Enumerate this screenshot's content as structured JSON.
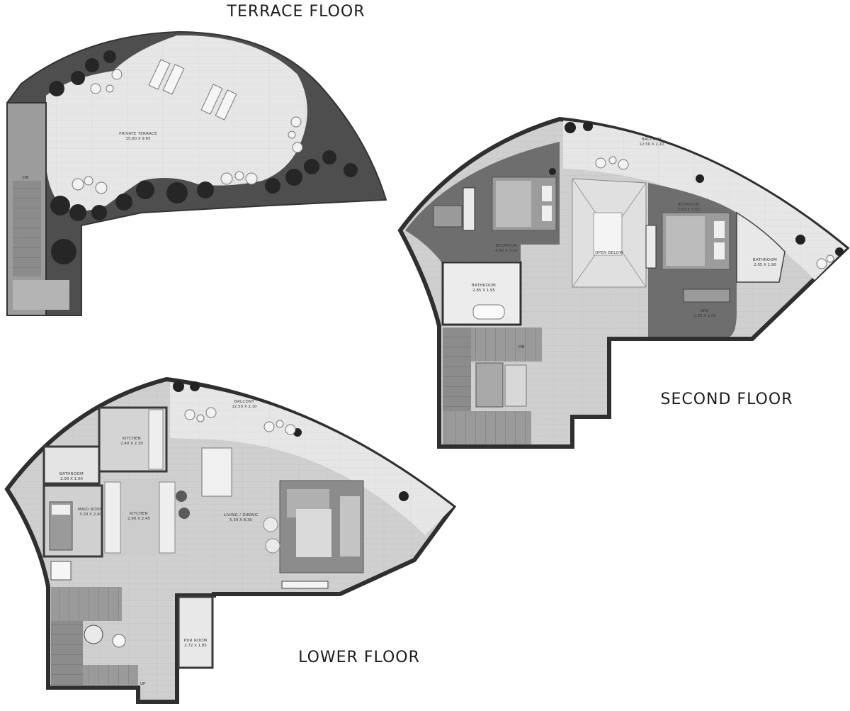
{
  "titles": {
    "terrace": "TERRACE FLOOR",
    "second": "SECOND FLOOR",
    "lower": "LOWER FLOOR"
  },
  "terrace": {
    "private_terrace": {
      "name": "PRIVATE TERRACE",
      "dim": "15.00 X 9.65"
    },
    "stair": "DN"
  },
  "second": {
    "balcony": {
      "name": "BALCONY",
      "dim": "12.50 X 2.10"
    },
    "bedroom1": {
      "name": "BEDROOM",
      "dim": "4.30 X 3.50"
    },
    "bedroom2": {
      "name": "BEDROOM",
      "dim": "3.60 X 5.00"
    },
    "bathroom1": {
      "name": "BATHROOM",
      "dim": "2.85 X 1.95"
    },
    "bathroom2": {
      "name": "BATHROOM",
      "dim": "2.05 X 1.90"
    },
    "open_below": {
      "name": "OPEN BELOW"
    },
    "wic": {
      "name": "WIC",
      "dim": "1.60 X 1.60"
    },
    "stair": "DN"
  },
  "lower": {
    "balcony": {
      "name": "BALCONY",
      "dim": "12.50 X 2.10"
    },
    "kitchen_upper": {
      "name": "KITCHEN",
      "dim": "2.40 X 2.30"
    },
    "kitchen": {
      "name": "KITCHEN",
      "dim": "2.90 X 2.45"
    },
    "bathroom": {
      "name": "BATHROOM",
      "dim": "2.00 X 1.50"
    },
    "maid_room": {
      "name": "MAID ROOM",
      "dim": "3.20 X 2.40"
    },
    "living_dining": {
      "name": "LIVING / DINING",
      "dim": "5.30 X 8.30"
    },
    "pdr_room": {
      "name": "PDR ROOM",
      "dim": "2.72 X 1.85"
    },
    "stair": "UP"
  },
  "colors": {
    "wall": "#3c3c3c",
    "wood_floor": "#c9c9c9",
    "terrace_floor": "#e2e2e2",
    "planting": "#4a4a4a",
    "stair": "#8a8a8a",
    "dark_floor": "#7a7a7a"
  }
}
